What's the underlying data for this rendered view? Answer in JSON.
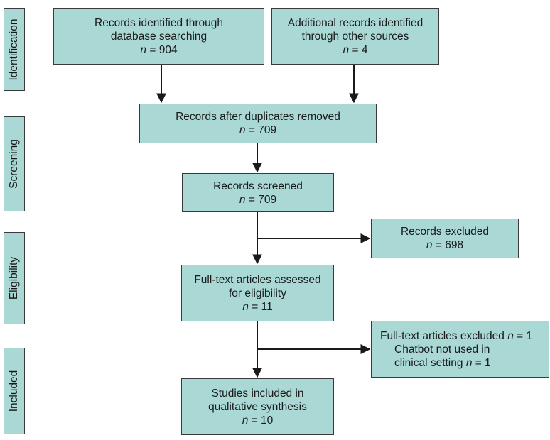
{
  "stages": [
    {
      "label": "Identification"
    },
    {
      "label": "Screening"
    },
    {
      "label": "Eligibility"
    },
    {
      "label": "Included"
    }
  ],
  "boxes": {
    "identified_db": {
      "lines": [
        "Records identified through",
        "database searching"
      ],
      "n": "904"
    },
    "identified_other": {
      "lines": [
        "Additional records identified",
        "through other sources"
      ],
      "n": "4"
    },
    "after_duplicates": {
      "lines": [
        "Records after duplicates removed"
      ],
      "n": "709"
    },
    "screened": {
      "lines": [
        "Records screened"
      ],
      "n": "709"
    },
    "excluded": {
      "lines": [
        "Records excluded"
      ],
      "n": "698"
    },
    "fulltext": {
      "lines": [
        "Full-text articles assessed",
        "for eligibility"
      ],
      "n": "11"
    },
    "fulltext_excluded": {
      "title": "Full-text articles excluded",
      "title_n": "1",
      "reason_line1": "Chatbot not used in",
      "reason_line2": "clinical setting",
      "reason_n": "1"
    },
    "included": {
      "lines": [
        "Studies included in",
        "qualitative synthesis"
      ],
      "n": "10"
    }
  },
  "n_prefix": "n",
  "eq": " = ",
  "colors": {
    "box_fill": "#a9d8d5",
    "border": "#3a3a3a",
    "arrow": "#1a1a1a"
  }
}
